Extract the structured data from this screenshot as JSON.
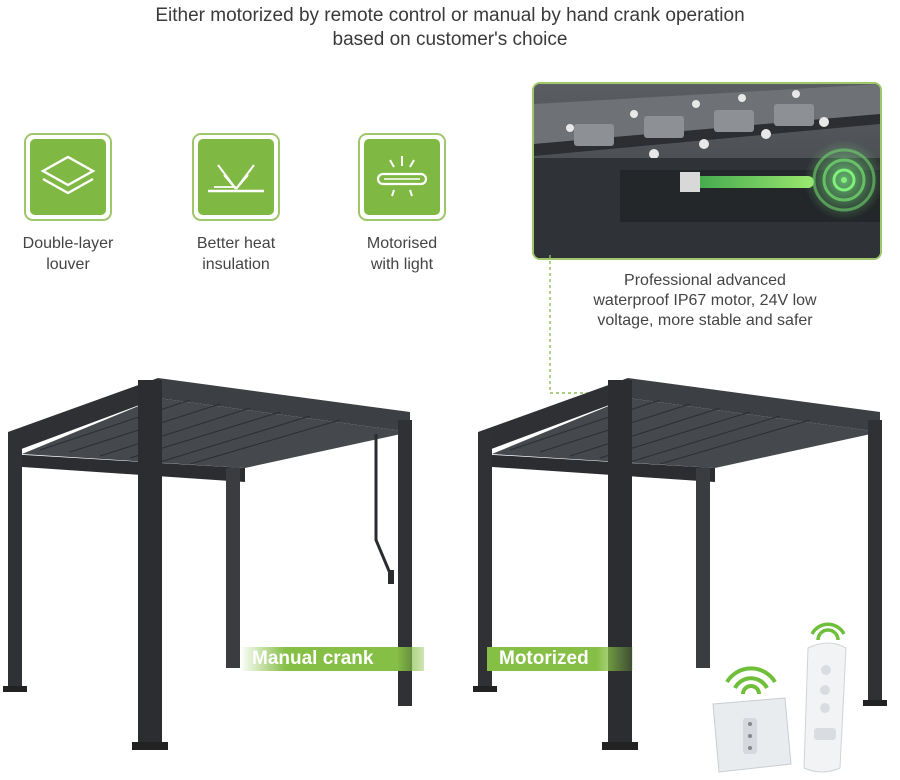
{
  "headline": {
    "line1": "Either motorized by remote control or manual by hand crank operation",
    "line2": "based on customer's choice"
  },
  "features": [
    {
      "icon": "double-layer-icon",
      "line1": "Double-layer",
      "line2": "louver"
    },
    {
      "icon": "heat-insulation-icon",
      "line1": "Better heat",
      "line2": "insulation"
    },
    {
      "icon": "light-icon",
      "line1": "Motorised",
      "line2": "with light"
    }
  ],
  "motor_caption": {
    "line1": "Professional advanced",
    "line2": "waterproof IP67 motor, 24V low",
    "line3": "voltage, more stable and safer"
  },
  "tags": {
    "manual": "Manual crank",
    "motorized": "Motorized"
  },
  "colors": {
    "accent_green": "#7fb843",
    "frame_green": "#9ec76a",
    "pergola_dark": "#2e3033"
  }
}
